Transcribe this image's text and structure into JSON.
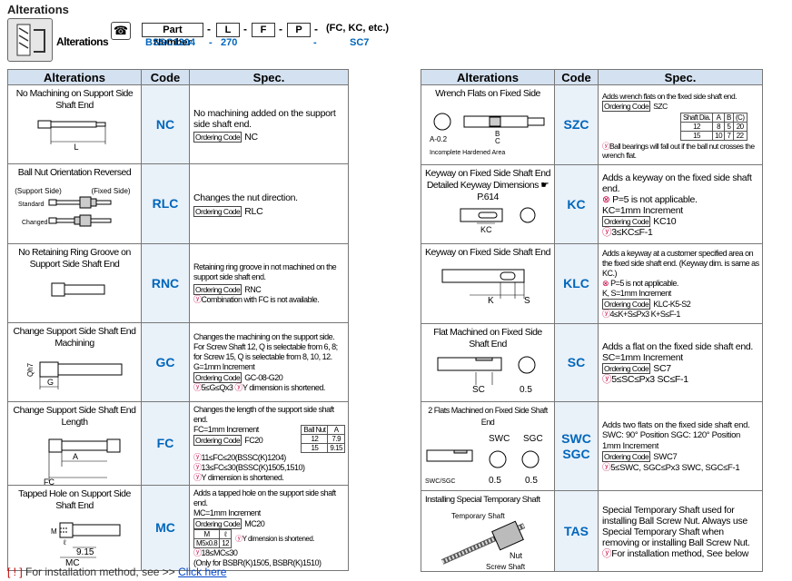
{
  "title": "Alterations",
  "header": {
    "label": "Alterations",
    "phone_glyph": "☎",
    "part_number_label": "Part Number",
    "fields": [
      "L",
      "F",
      "P"
    ],
    "separator": "-",
    "etc": "(FC, KC, etc.)",
    "values": [
      "BSSC1204",
      "-",
      "270",
      "-",
      "SC7"
    ]
  },
  "columns": {
    "alterations": "Alterations",
    "code": "Code",
    "spec": "Spec."
  },
  "ordering_code_label": "Ordering Code",
  "left": [
    {
      "name": "No Machining on Support Side Shaft End",
      "code": "NC",
      "spec": [
        "No machining added on the support side shaft end.",
        "NC"
      ],
      "drawing_labels": [
        "L"
      ]
    },
    {
      "name": "Ball Nut Orientation Reversed",
      "code": "RLC",
      "spec": [
        "Changes the nut direction.",
        "RLC"
      ],
      "drawing_labels": [
        "(Support Side)",
        "(Fixed Side)",
        "Standard",
        "Changed"
      ]
    },
    {
      "name": "No Retaining Ring Groove on Support Side Shaft End",
      "code": "RNC",
      "spec": [
        "Retaining ring groove in not machined on the support side shaft end.",
        "RNC",
        "Combination with FC is not available."
      ]
    },
    {
      "name": "Change Support Side Shaft End Machining",
      "code": "GC",
      "spec": [
        "Changes the machining on the support side. For Screw Shaft 12, Q is selectable from 6, 8; for Screw 15, Q is selectable from 8, 10, 12.",
        "G=1mm Increment",
        "GC-08-G20",
        "5≤G≤Qx3",
        "Y dimension is shortened."
      ],
      "drawing_labels": [
        "Qh7",
        "G"
      ]
    },
    {
      "name": "Change Support Side Shaft End Length",
      "code": "FC",
      "spec": [
        "Changes the length of the support side shaft end.",
        "FC=1mm Increment",
        "FC20",
        "11≤FC≤20(BSSC(K)1204)",
        "13≤FC≤30(BSSC(K)1505,1510)",
        "Y dimension is shortened."
      ],
      "mini_table": {
        "header": [
          "Ball Nut",
          "A"
        ],
        "rows": [
          [
            "12",
            "7.9"
          ],
          [
            "15",
            "9.15"
          ]
        ]
      },
      "drawing_labels": [
        "A",
        "FC"
      ]
    },
    {
      "name": "Tapped Hole on Support Side Shaft End",
      "code": "MC",
      "spec": [
        "Adds a tapped hole on the support side shaft end.",
        "MC=1mm Increment",
        "MC20",
        "18≤MC≤30",
        "(Only for BSBR(K)1505, BSBR(K)1510)"
      ],
      "mc_table": {
        "header": [
          "M",
          "ℓ"
        ],
        "row": [
          "M5x0.8",
          "12"
        ]
      },
      "mc_note": "Y dimension is shortened.",
      "drawing_labels": [
        "M",
        "ℓ",
        "9.15",
        "MC"
      ]
    }
  ],
  "right": [
    {
      "name": "Wrench Flats on Fixed Side",
      "code": "SZC",
      "spec": [
        "Adds wrench flats on the fixed side shaft end.",
        "SZC",
        "Ball bearings will fall out if the ball nut crosses the wrench flat."
      ],
      "mini_table": {
        "header": [
          "Shaft Dia.",
          "A",
          "B",
          "(C)"
        ],
        "rows": [
          [
            "12",
            "8",
            "5",
            "20"
          ],
          [
            "15",
            "10",
            "7",
            "22"
          ]
        ]
      },
      "drawing_labels": [
        "A-0.2",
        "B",
        "C",
        "Incomplete Hardened Area"
      ]
    },
    {
      "name": "Keyway on Fixed Side Shaft End Detailed Keyway Dimensions ☛ P.614",
      "code": "KC",
      "spec": [
        "Adds a keyway on the fixed side shaft end.",
        "P=5 is not applicable.",
        "KC=1mm Increment",
        "KC10",
        "3≤KC≤F-1"
      ],
      "drawing_labels": [
        "KC"
      ]
    },
    {
      "name": "Keyway on Fixed Side Shaft End",
      "code": "KLC",
      "spec": [
        "Adds a keyway at a customer specified area on the fixed side shaft end. (Keyway dim. is same as KC.)",
        "P=5 is not applicable.",
        "K, S=1mm Increment",
        "KLC-K5-S2",
        "4≤K+S≤Px3  K+S≤F-1"
      ],
      "drawing_labels": [
        "K",
        "S"
      ]
    },
    {
      "name": "Flat Machined on Fixed Side Shaft End",
      "code": "SC",
      "spec": [
        "Adds a flat on the fixed side shaft end.",
        "SC=1mm Increment",
        "SC7",
        "5≤SC≤Px3  SC≤F-1"
      ],
      "drawing_labels": [
        "SC",
        "0.5"
      ]
    },
    {
      "name": "2 Flats Machined on Fixed Side Shaft End",
      "code": "SWC",
      "code2": "SGC",
      "spec": [
        "Adds two flats on the fixed side shaft end.",
        "SWC: 90° Position  SGC: 120° Position",
        "1mm Increment",
        "SWC7",
        "5≤SWC, SGC≤Px3 SWC, SGC≤F-1"
      ],
      "drawing_labels": [
        "SWC",
        "SGC",
        "0.5",
        "0.5",
        "SWC/SGC"
      ]
    },
    {
      "name": "Installing Special Temporary Shaft",
      "code": "TAS",
      "spec": [
        "Special Temporary Shaft used for installing Ball Screw Nut.  Always use Special Temporary Shaft when removing or installing Ball Screw Nut.",
        "For installation method, See below"
      ],
      "drawing_labels": [
        "Temporary Shaft",
        "Nut",
        "Screw Shaft"
      ]
    }
  ],
  "footer": {
    "bracket": "[ ! ]",
    "text": "For installation method, see >>",
    "link": "Click here"
  },
  "colors": {
    "header_bg": "#d4e1f0",
    "code_bg": "#e9f1f9",
    "code_text": "#0066bb",
    "tip_icon": "#c40040"
  }
}
